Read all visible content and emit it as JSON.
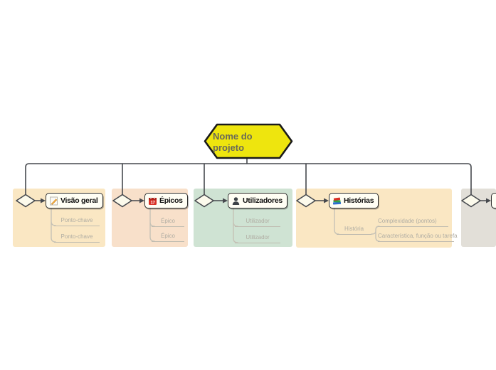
{
  "canvas": {
    "background": "#ffffff"
  },
  "root": {
    "label": "Nome do projeto",
    "shape": "hexagon",
    "fill_color": "#eee50e",
    "border_color": "#1a1a1a",
    "text_color": "#6a6a58"
  },
  "connectors": {
    "trunk_color": "#46494e",
    "branch_color": "#c6c2b6"
  },
  "groups": [
    {
      "label": "Visão geral",
      "icon": "note-pencil-icon",
      "panel_color": "#fae7c3",
      "children": [
        "Ponto-chave",
        "Ponto-chave"
      ]
    },
    {
      "label": "Épicos",
      "icon": "calendar-icon",
      "calendar_day": "17",
      "panel_color": "#f8e0ca",
      "children": [
        "Épico",
        "Épico"
      ]
    },
    {
      "label": "Utilizadores",
      "icon": "person-icon",
      "panel_color": "#cfe3d3",
      "children": [
        "Utilizador",
        "Utilizador"
      ]
    },
    {
      "label": "Histórias",
      "icon": "books-icon",
      "panel_color": "#fae7c3",
      "children": [
        "História"
      ],
      "grandchildren": [
        "Complexidade (pontos)",
        "Característica, função ou tarefa"
      ]
    },
    {
      "panel_color": "#e2dfd8",
      "children": []
    }
  ]
}
